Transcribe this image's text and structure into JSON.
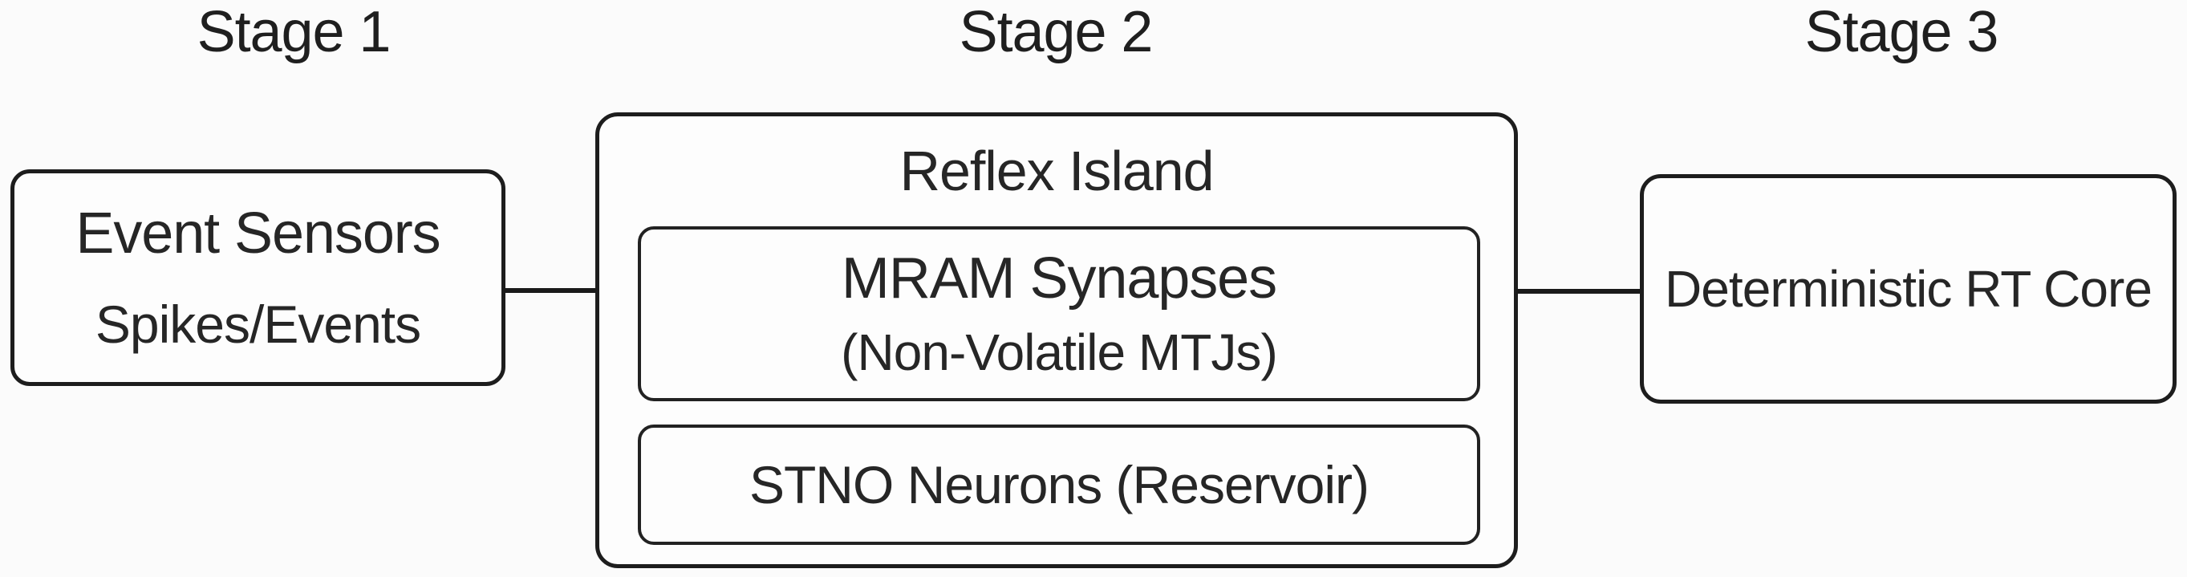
{
  "diagram": {
    "type": "pipeline-flow",
    "stages": [
      {
        "label": "Stage 1"
      },
      {
        "label": "Stage 2"
      },
      {
        "label": "Stage 3"
      }
    ],
    "boxes": {
      "event_sensors": {
        "title": "Event Sensors",
        "subtitle": "Spikes/Events"
      },
      "reflex_island": {
        "title": "Reflex Island",
        "mram_synapses": {
          "title": "MRAM Synapses",
          "subtitle": "(Non-Volatile MTJs)"
        },
        "stno_neurons": {
          "title": "STNO Neurons (Reservoir)"
        }
      },
      "rt_core": {
        "title": "Deterministic RT Core"
      }
    },
    "connections": [
      {
        "from": "event_sensors",
        "to": "reflex_island"
      },
      {
        "from": "reflex_island",
        "to": "rt_core"
      }
    ],
    "colors": {
      "background": "#fbfbfb",
      "box_fill": "#fdfdfd",
      "border": "#1d1d1d",
      "text": "#262626",
      "connector": "#1a1a1a"
    }
  }
}
